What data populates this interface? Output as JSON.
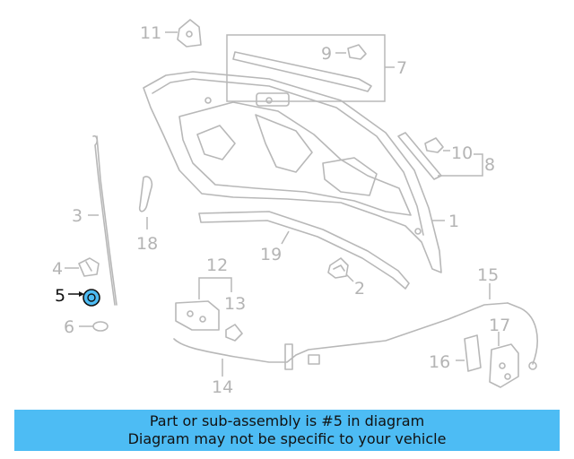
{
  "callouts": {
    "c1": "1",
    "c2": "2",
    "c3": "3",
    "c4": "4",
    "c5": "5",
    "c6": "6",
    "c7": "7",
    "c8": "8",
    "c9": "9",
    "c10": "10",
    "c11": "11",
    "c12": "12",
    "c13": "13",
    "c14": "14",
    "c15": "15",
    "c16": "16",
    "c17": "17",
    "c18": "18",
    "c19": "19"
  },
  "highlight": {
    "part": "5",
    "color": "#4dbcf4"
  },
  "banner": {
    "line1": "Part or sub-assembly is #5 in diagram",
    "line2": "Diagram may not be specific to your vehicle",
    "background": "#4dbcf4"
  }
}
